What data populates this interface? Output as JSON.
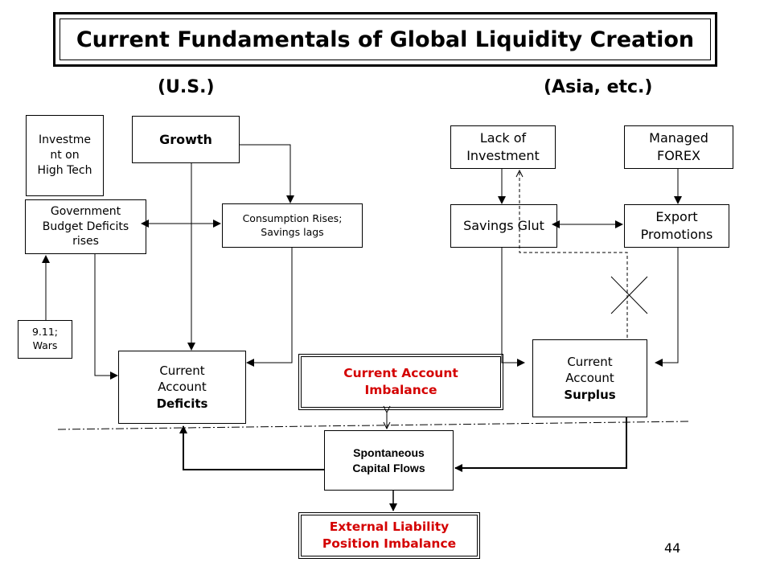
{
  "title": "Current Fundamentals of Global Liquidity Creation",
  "headings": {
    "us": "(U.S.)",
    "asia": "(Asia, etc.)"
  },
  "nodes": {
    "investment_high_tech": [
      "Investme",
      "nt on",
      "High Tech"
    ],
    "growth": "Growth",
    "government_deficits": [
      "Government",
      "Budget Deficits",
      "rises"
    ],
    "consumption": [
      "Consumption Rises;",
      "Savings lags"
    ],
    "wars": [
      "9.11;",
      "Wars"
    ],
    "us_deficits": [
      "Current",
      "Account",
      "Deficits"
    ],
    "lack_investment": [
      "Lack of",
      "Investment"
    ],
    "managed_forex": [
      "Managed",
      "FOREX"
    ],
    "savings_glut": "Savings Glut",
    "export_promotions": [
      "Export",
      "Promotions"
    ],
    "asia_surplus": [
      "Current",
      "Account",
      "Surplus"
    ],
    "ca_imbalance": [
      "Current Account",
      "Imbalance"
    ],
    "capital_flows": [
      "Spontaneous",
      "Capital Flows"
    ],
    "external_liability": [
      "External Liability",
      "Position Imbalance"
    ]
  },
  "page_number": "44",
  "colors": {
    "accent": "#d40000",
    "line": "#000000"
  }
}
